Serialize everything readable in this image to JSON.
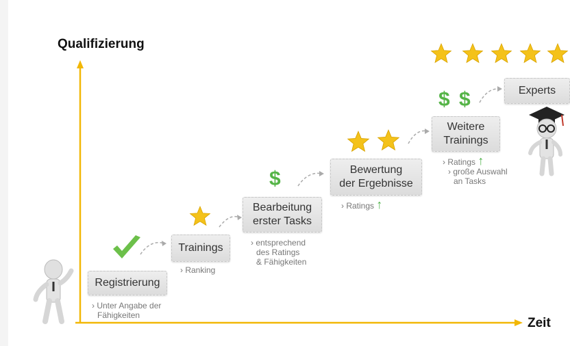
{
  "axes": {
    "y_label": "Qualifizierung",
    "x_label": "Zeit"
  },
  "steps": [
    {
      "label": "Registrierung",
      "note_lines": [
        "› Unter Angabe der",
        "Fähigkeiten"
      ],
      "icon": "checkmark-icon"
    },
    {
      "label": "Trainings",
      "note_lines": [
        "› Ranking"
      ],
      "icon": "star-icon"
    },
    {
      "label_lines": [
        "Bearbeitung",
        "erster Tasks"
      ],
      "note_lines": [
        "› entsprechend",
        "des Ratings",
        "& Fähigkeiten"
      ],
      "icon": "dollar-icon"
    },
    {
      "label_lines": [
        "Bewertung",
        "der Ergebnisse"
      ],
      "note_lines": [
        "› Ratings"
      ],
      "icon": "star-icon"
    },
    {
      "label_lines": [
        "Weitere",
        "Trainings"
      ],
      "note_lines": [
        "› Ratings",
        "› große Auswahl",
        "an Tasks"
      ],
      "icon": "dollar-icon"
    },
    {
      "label": "Experts",
      "icon": "star-icon"
    }
  ],
  "symbols": {
    "dollar": "$",
    "up_arrow": "↑"
  },
  "colors": {
    "axis": "#f2b705",
    "check": "#6cc04a",
    "star": "#f4c21a",
    "dollar": "#55b447",
    "arrow_up": "#4fb24a"
  }
}
